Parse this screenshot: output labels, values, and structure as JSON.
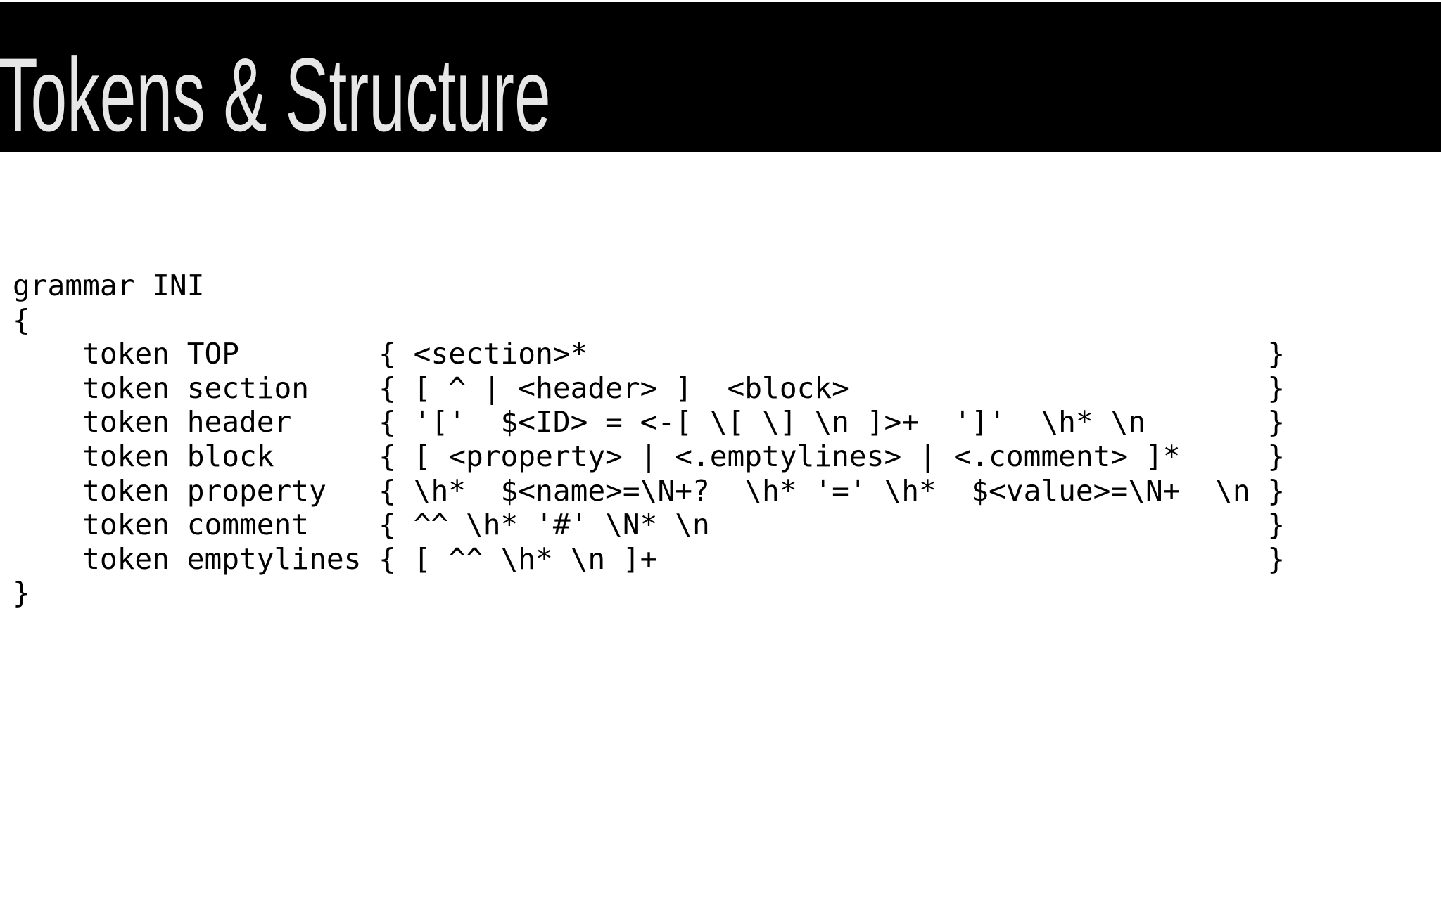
{
  "slide": {
    "title": "Tokens & Structure",
    "colors": {
      "bar_bg": "#000000",
      "title_text": "#e7e7e7",
      "body_bg": "#ffffff",
      "code_text": "#000000"
    }
  },
  "code": {
    "lines": [
      "grammar INI",
      "{",
      "    token TOP        { <section>*                                       }",
      "    token section    { [ ^ | <header> ]  <block>                        }",
      "    token header     { '['  $<ID> = <-[ \\[ \\] \\n ]>+  ']'  \\h* \\n       }",
      "    token block      { [ <property> | <.emptylines> | <.comment> ]*     }",
      "    token property   { \\h*  $<name>=\\N+?  \\h* '=' \\h*  $<value>=\\N+  \\n }",
      "    token comment    { ^^ \\h* '#' \\N* \\n                                }",
      "    token emptylines { [ ^^ \\h* \\n ]+                                   }",
      "}"
    ]
  }
}
